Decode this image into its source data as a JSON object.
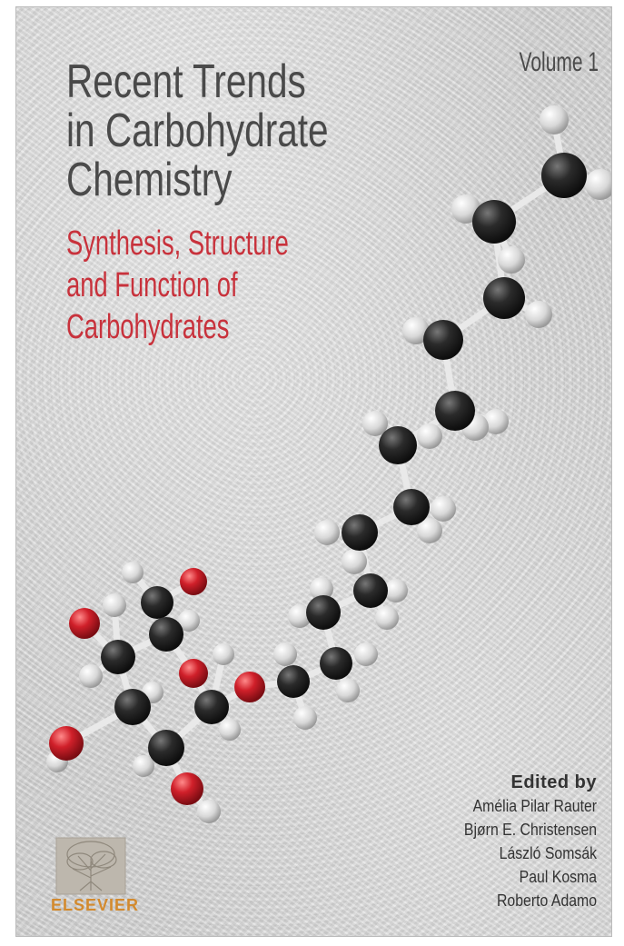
{
  "book": {
    "title_lines": [
      "Recent Trends",
      "in Carbohydrate",
      "Chemistry"
    ],
    "subtitle_lines": [
      "Synthesis, Structure",
      "and Function of",
      "Carbohydrates"
    ],
    "volume": "Volume 1",
    "edited_by": "Edited by",
    "editors": [
      "Amélia Pilar Rauter",
      "Bjørn E. Christensen",
      "László Somsák",
      "Paul Kosma",
      "Roberto Adamo"
    ],
    "publisher": "ELSEVIER"
  },
  "colors": {
    "title": "#4a4a4a",
    "subtitle": "#c8323c",
    "publisher": "#d38a2e",
    "carbon_atom": "#2b2b2b",
    "hydrogen_atom": "#d8d8d8",
    "oxygen_atom": "#d0202a"
  }
}
